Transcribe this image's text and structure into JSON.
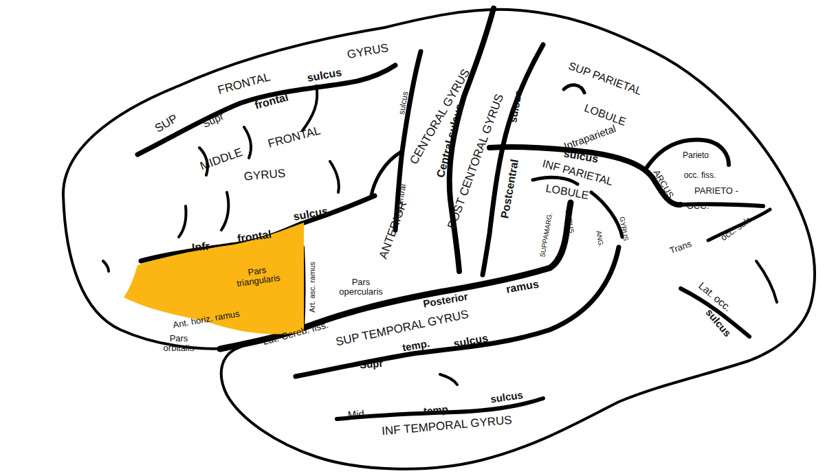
{
  "diagram": {
    "nodes": [
      {
        "text": [
          "Pars triangularis"
        ]
      }
    ],
    "labels": [
      "GYRUS",
      "SUP",
      "FRONTAL",
      "sulcus",
      "Supr",
      "frontal",
      "MIDDLE",
      "FRONTAL",
      "GYRUS",
      "Infr",
      "frontal",
      "sulcus",
      "Ant. horiz. ramus",
      "Pars orbitalis",
      "Art. asc. ramus",
      "Pars opercularis",
      "sulcus",
      "Precentral",
      "ANTERIOR",
      "CENTORAL GYRUS",
      "Central sulcus",
      "POST CENTORAL GYRUS",
      "sulcus",
      "Postcentral",
      "SUP PARIETAL",
      "LOBULE",
      "Intraparietal",
      "sulcus",
      "INF PARIETAL",
      "LOBULE",
      "SUPPAMARG.",
      "GYRUS",
      "ANG.",
      "GYRUS",
      "ARCUS",
      "Parieto",
      "occ. fiss.",
      "PARIETO -",
      "OCC.",
      "Trans",
      "occ. sulc.",
      "Lat. occ.",
      "sulcus",
      "Posterior",
      "ramus",
      "Lat. Cereb. fiss.",
      "SUP TEMPORAL GYRUS",
      "Supr",
      "temp.",
      "sulcus",
      "sulcus",
      "Mid.",
      "temp.",
      "INF TEMPORAL GYRUS"
    ]
  }
}
